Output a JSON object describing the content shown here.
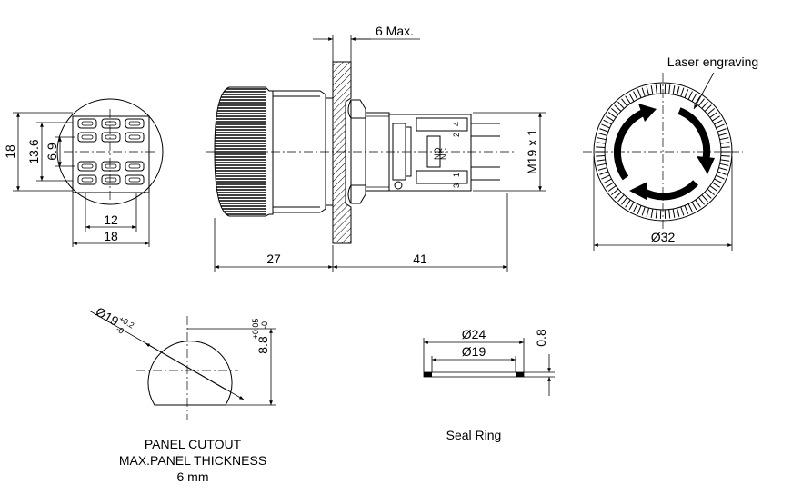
{
  "dimensions": {
    "max_panel": "6 Max.",
    "dia32": "Ø32",
    "laser": "Laser engraving",
    "thread": "M19 x 1",
    "len27": "27",
    "len41": "41",
    "h18": "18",
    "h13_6": "13.6",
    "h6_9": "6.9",
    "w12": "12",
    "w18": "18",
    "cutout_dia": "Ø19",
    "cutout_dia_tol_plus": "+0.2",
    "cutout_dia_tol_minus": "-0",
    "cutout_flat": "8.8",
    "cutout_flat_tol_plus": "+0.05",
    "cutout_flat_tol_minus": "-0",
    "ring_outer": "Ø24",
    "ring_inner": "Ø19",
    "ring_thick": "0.8"
  },
  "captions": {
    "panel_line1": "PANEL CUTOUT",
    "panel_line2": "MAX.PANEL THICKNESS",
    "panel_line3": "6 mm",
    "seal_ring": "Seal Ring"
  },
  "terminals": {
    "t2": "2",
    "t4": "4",
    "t1": "1",
    "t3": "3",
    "nc": "NC",
    "no": "NO"
  },
  "colors": {
    "line": "#000000",
    "background": "#ffffff"
  }
}
